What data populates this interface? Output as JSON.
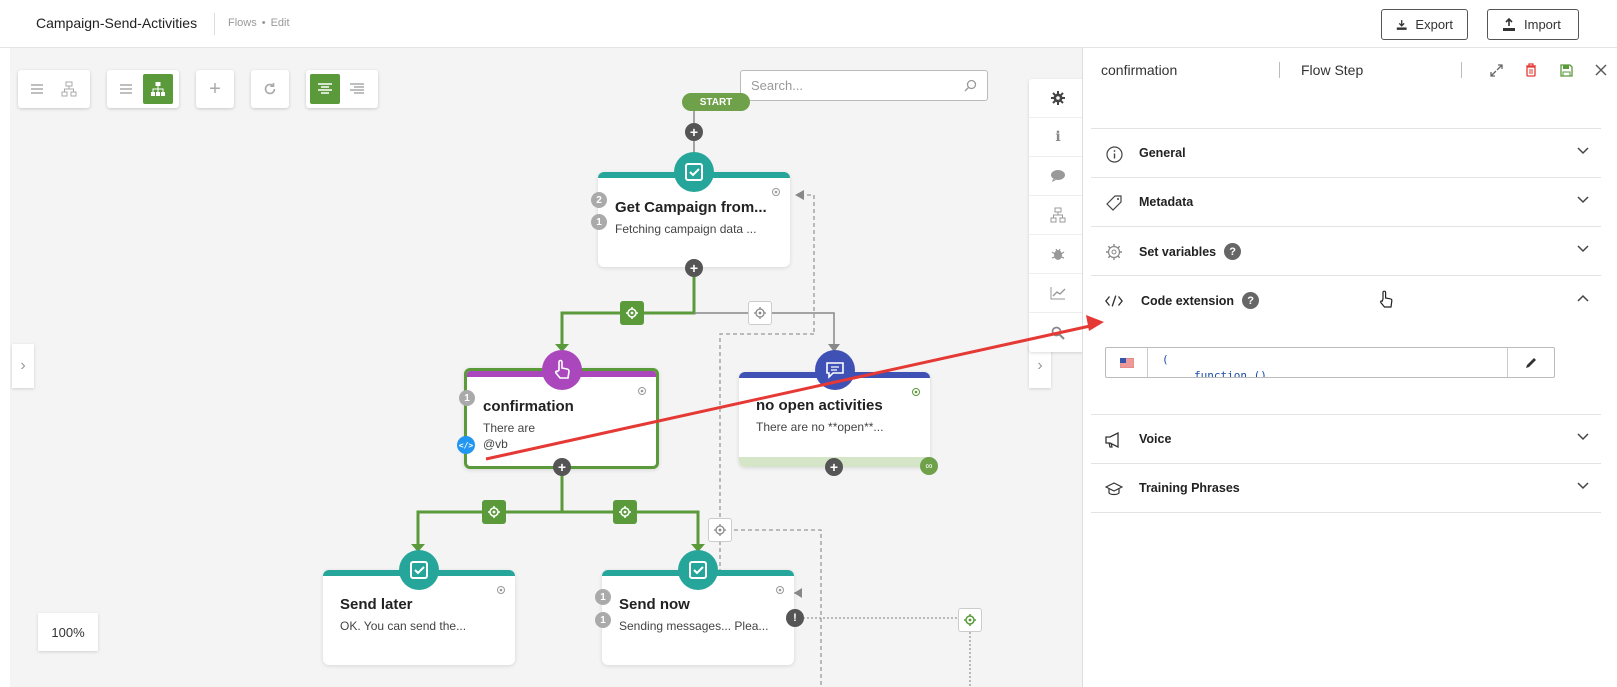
{
  "header": {
    "app_title": "Campaign-Send-Activities",
    "breadcrumb": [
      "Flows",
      "Edit"
    ],
    "export_label": "Export",
    "import_label": "Import"
  },
  "canvas": {
    "search_placeholder": "Search...",
    "zoom": "100%",
    "start_label": "START",
    "nodes": {
      "get_campaign": {
        "title": "Get Campaign from...",
        "text": "Fetching campaign data ...",
        "badges": [
          "2",
          "1"
        ]
      },
      "confirmation": {
        "title": "confirmation",
        "text": "There are",
        "text2": "@vb",
        "badges": [
          "1"
        ]
      },
      "no_open": {
        "title": "no open activities",
        "text": "There are no **open**..."
      },
      "send_later": {
        "title": "Send later",
        "text": "OK. You can send the..."
      },
      "send_now": {
        "title": "Send now",
        "text": "Sending messages... Plea...",
        "badges": [
          "1",
          "1"
        ]
      }
    }
  },
  "panel": {
    "step_name": "confirmation",
    "step_type": "Flow Step",
    "sections": [
      {
        "label": "General",
        "icon": "info-icon",
        "expanded": false
      },
      {
        "label": "Metadata",
        "icon": "tag-icon",
        "expanded": false
      },
      {
        "label": "Set variables",
        "icon": "gear-icon",
        "help": "?",
        "expanded": false
      },
      {
        "label": "Code extension",
        "icon": "code-icon",
        "help": "?",
        "expanded": true
      },
      {
        "label": "Voice",
        "icon": "megaphone-icon",
        "expanded": false
      },
      {
        "label": "Training Phrases",
        "icon": "graduation-cap-icon",
        "expanded": false
      }
    ],
    "code": {
      "line1": "(",
      "line2": "function ()"
    }
  },
  "colors": {
    "green": "#5a9a3b",
    "teal": "#26a69a",
    "purple": "#ab47bc",
    "indigo": "#3f51b5",
    "annotation_arrow": "#e53935"
  }
}
